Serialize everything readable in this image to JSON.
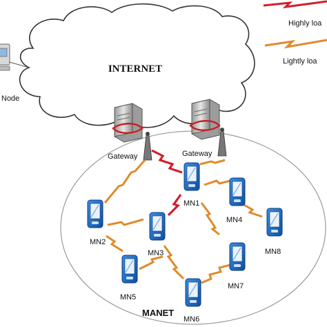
{
  "cloud": {
    "label": "INTERNET"
  },
  "external_node": {
    "label": "Node"
  },
  "gateways": [
    {
      "id": "gw1",
      "label": "Gateway"
    },
    {
      "id": "gw2",
      "label": "Gateway"
    }
  ],
  "manet": {
    "label": "MANET"
  },
  "mobile_nodes": [
    {
      "id": "MN1",
      "label": "MN1"
    },
    {
      "id": "MN2",
      "label": "MN2"
    },
    {
      "id": "MN3",
      "label": "MN3"
    },
    {
      "id": "MN4",
      "label": "MN4"
    },
    {
      "id": "MN5",
      "label": "MN5"
    },
    {
      "id": "MN6",
      "label": "MN6"
    },
    {
      "id": "MN7",
      "label": "MN7"
    },
    {
      "id": "MN8",
      "label": "MN8"
    }
  ],
  "legend": [
    {
      "label": "Highly loa",
      "color": "#d0202a"
    },
    {
      "label": "Lightly loa",
      "color": "#e08a2a"
    }
  ],
  "colors": {
    "heavy_link": "#d0202a",
    "light_link": "#e08a2a",
    "device_blue": "#1e6ec8",
    "server_gray": "#b8b8b8"
  }
}
